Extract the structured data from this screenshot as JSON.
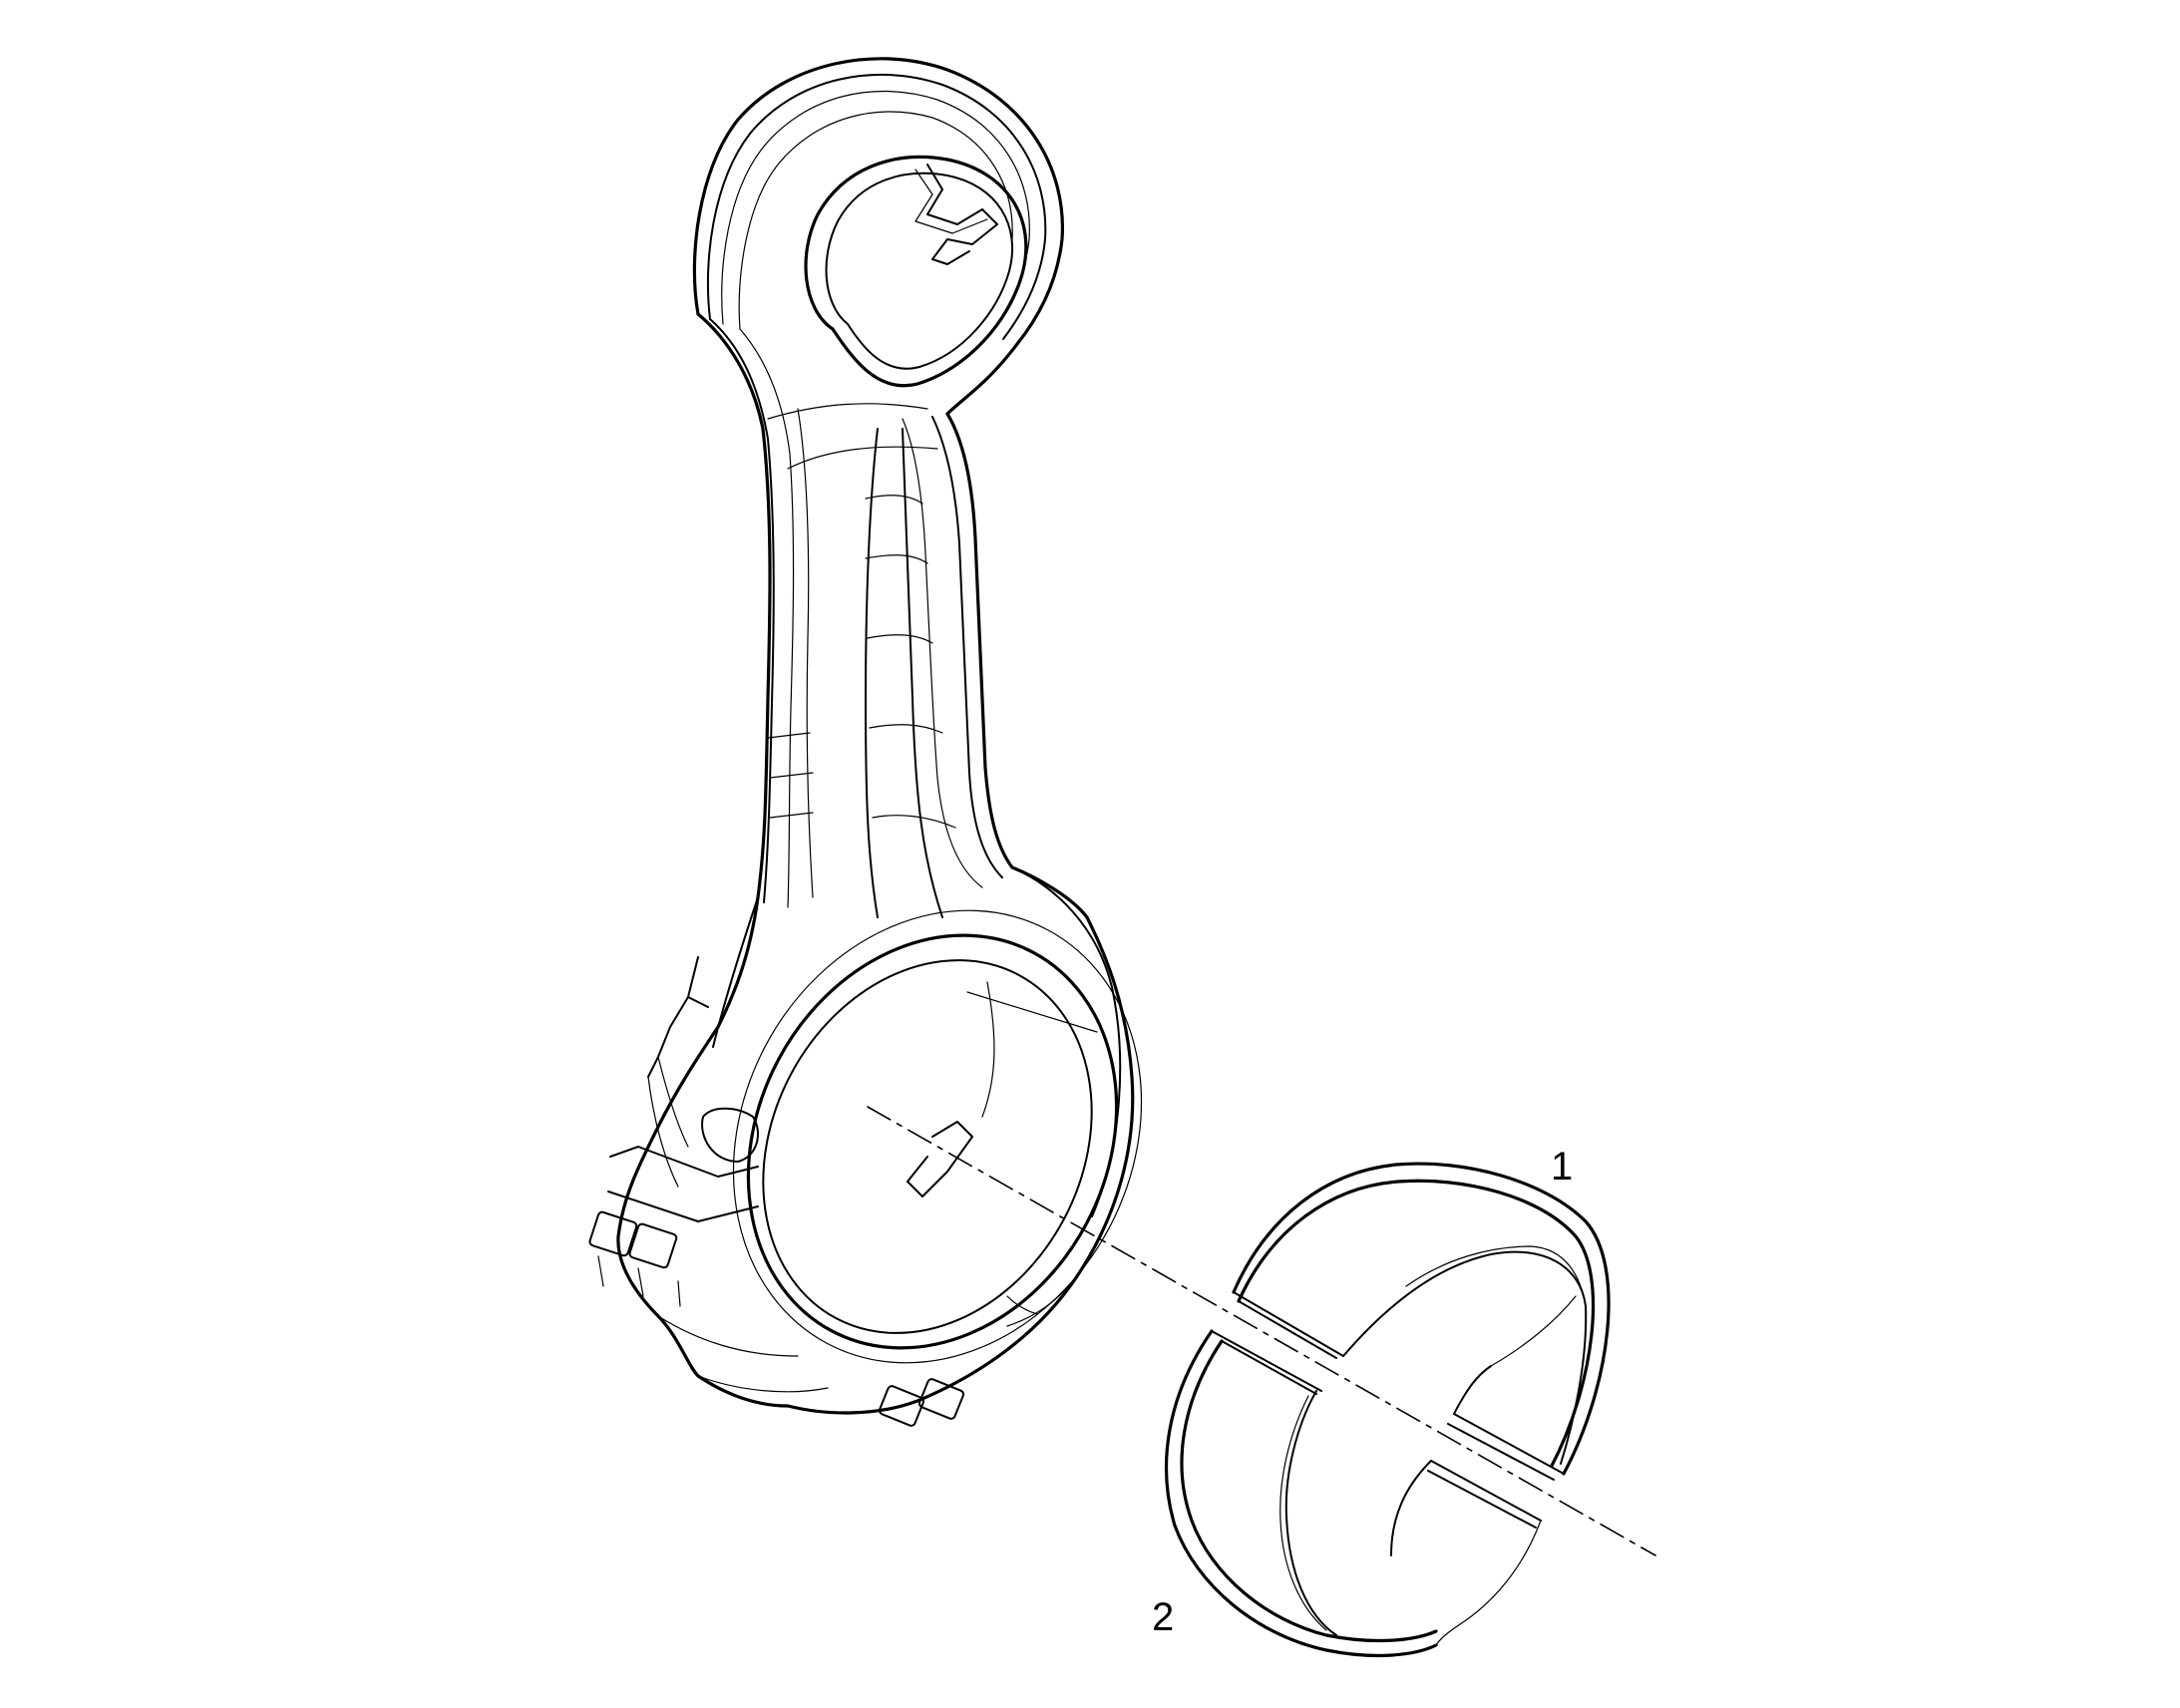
{
  "diagram": {
    "callouts": [
      {
        "id": "1",
        "text": "1"
      },
      {
        "id": "2",
        "text": "2"
      }
    ],
    "line_color": "#000000",
    "background": "#ffffff"
  }
}
